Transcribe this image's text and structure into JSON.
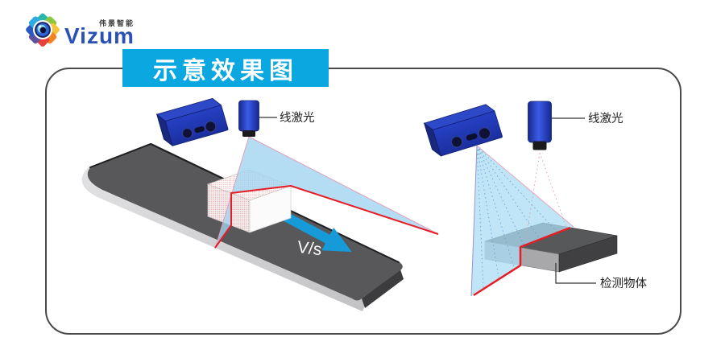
{
  "logo": {
    "brand": "Vizum",
    "company_cn": "伟景智能"
  },
  "banner": {
    "title": "示意效果图"
  },
  "left_diagram": {
    "description": "line laser scanning a box on a moving conveyor belt",
    "laser_label": "线激光",
    "speed_label": "V/s"
  },
  "right_diagram": {
    "description": "stereo camera and line laser profiling a flat object",
    "laser_label": "线激光",
    "object_label": "检测物体"
  },
  "colors": {
    "banner_bg": "#0aa7e0",
    "arrow_blue": "#169ad8",
    "device_blue": "#2440bb",
    "beam_blue": "#a5d8f2",
    "laser_red": "#e81c24",
    "belt_gray": "#58585a",
    "frame_border": "#4a4a4c",
    "brand_blue": "#2a52b5"
  }
}
